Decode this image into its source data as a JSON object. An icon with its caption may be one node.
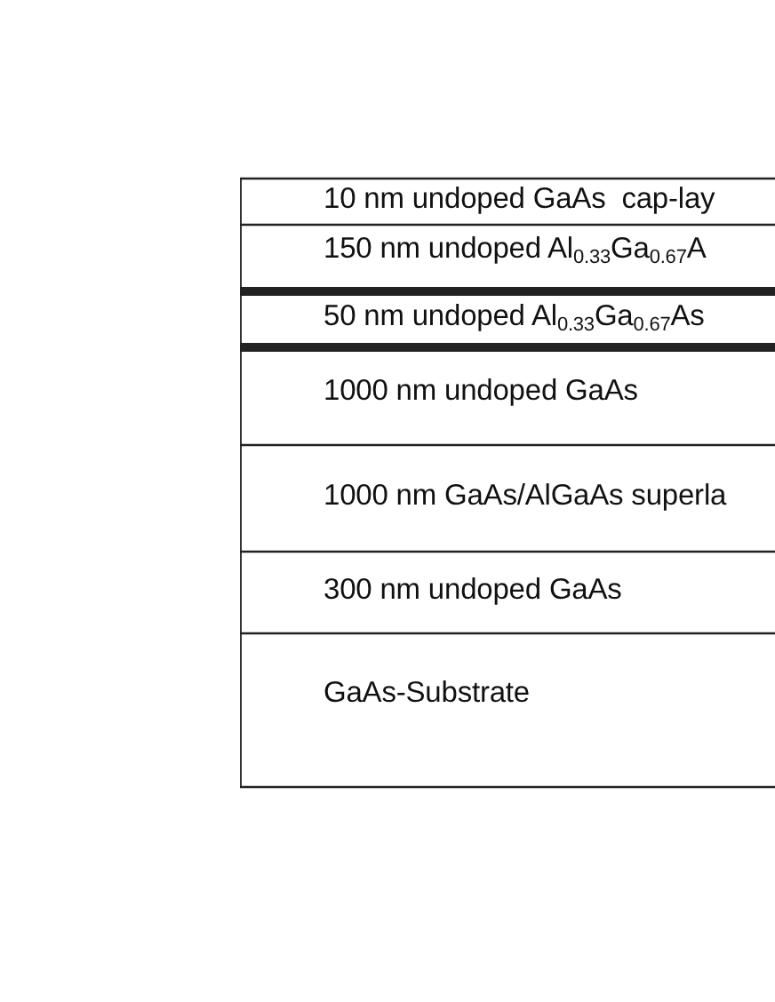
{
  "diagram": {
    "nodes": [
      {
        "text": [
          "10 nm undoped GaAs  cap-lay"
        ]
      },
      {
        "text": [
          "150 nm undoped Al$_{0.33}$Ga$_{0.67}$A"
        ]
      },
      {
        "text": [
          "50 nm undoped Al$_{0.33}$Ga$_{0.67}$As"
        ]
      },
      {
        "text": [
          "1000 nm undoped GaAs"
        ]
      },
      {
        "text": [
          "1000 nm GaAs/AlGaAs superla"
        ]
      },
      {
        "text": [
          "300 nm undoped GaAs"
        ]
      },
      {
        "text": [
          "GaAs-Substrate"
        ]
      }
    ]
  }
}
